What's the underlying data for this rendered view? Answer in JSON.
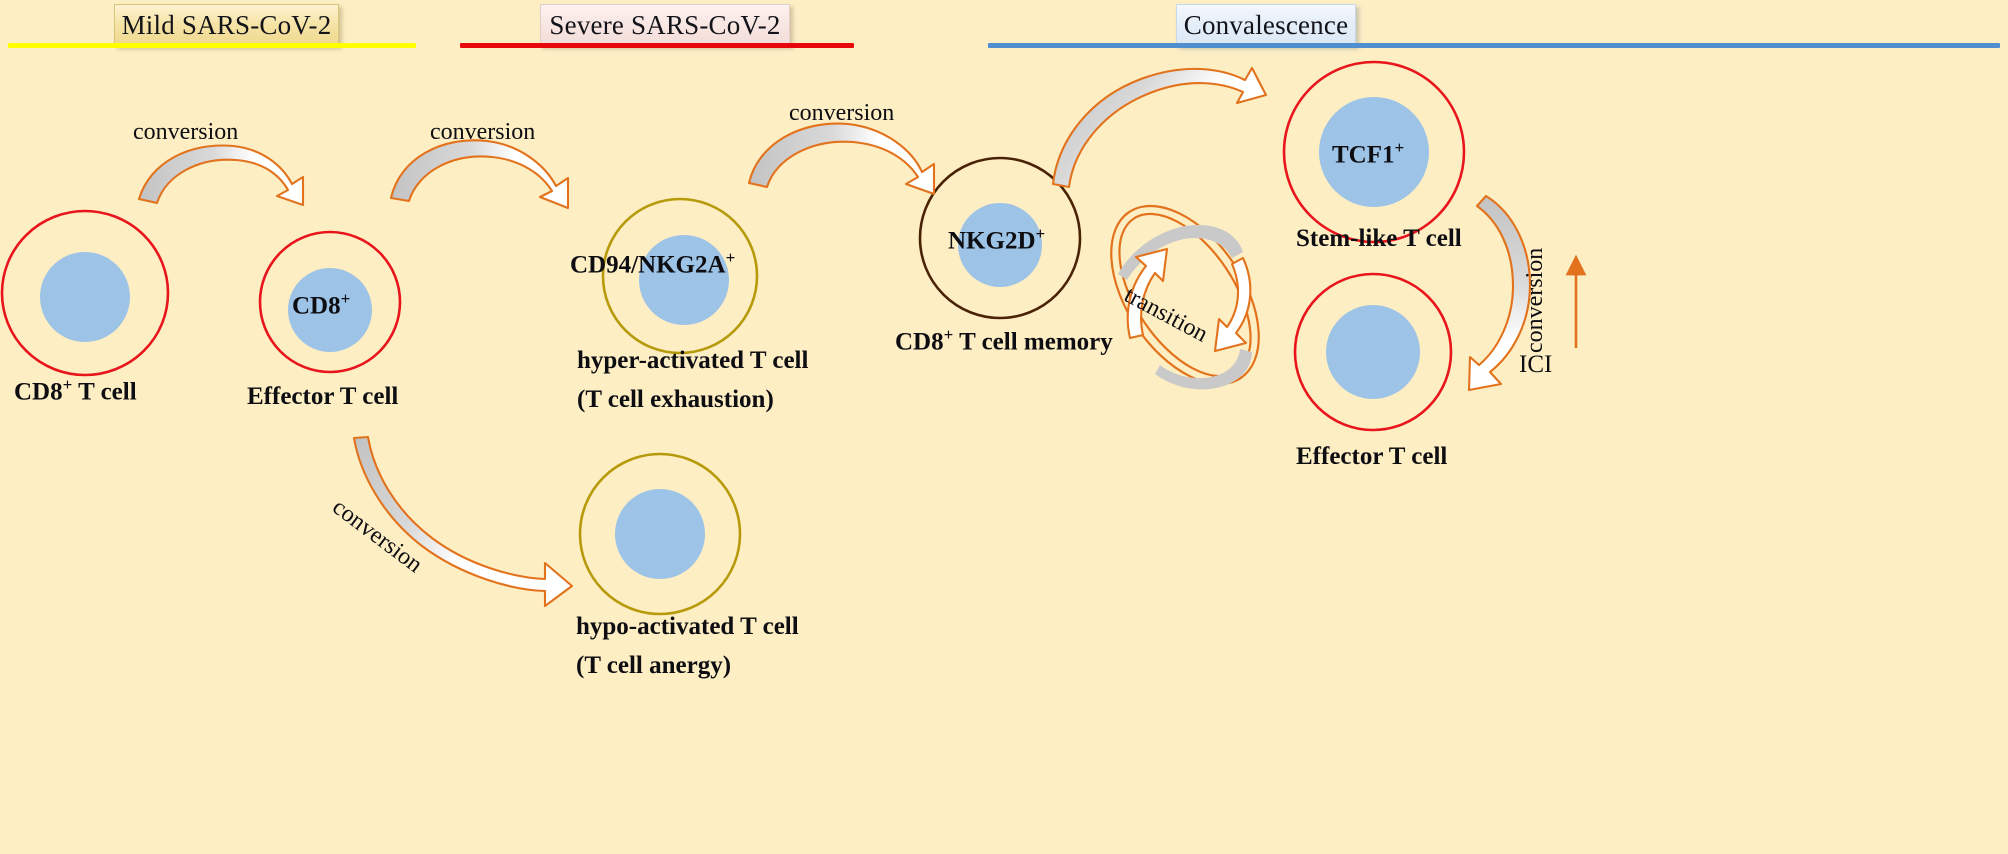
{
  "figure": {
    "background_color": "#fdeec4",
    "type": "biological-pathway-diagram",
    "title_present": false
  },
  "phases": [
    {
      "id": "mild",
      "label": "Mild SARS-CoV-2",
      "rule_color": "#ffff00",
      "banner_fill": "#f3e2a4"
    },
    {
      "id": "severe",
      "label": "Severe SARS-CoV-2",
      "rule_color": "#e8080c",
      "banner_fill": "#f6e7e3"
    },
    {
      "id": "convalescence",
      "label": "Convalescence",
      "rule_color": "#4f8fcf",
      "banner_fill": "#e3edf8"
    }
  ],
  "cells": [
    {
      "id": "cd8-t-cell",
      "label": "CD8",
      "label_sup": "+",
      "label_tail": " T cell",
      "marker": "",
      "marker_sup": "",
      "membrane_color": "#e8151c",
      "nucleus_color": "#9dc3e6"
    },
    {
      "id": "effector-t-cell-left",
      "label": "Effector T cell",
      "label_sup": "",
      "label_tail": "",
      "marker": "CD8",
      "marker_sup": "+",
      "membrane_color": "#e8151c",
      "nucleus_color": "#9dc3e6"
    },
    {
      "id": "hyper-activated-t-cell",
      "label": "hyper-activated T cell",
      "label_line2": "(T cell exhaustion)",
      "marker": "CD94/NKG2A",
      "marker_sup": "+",
      "membrane_color": "#b79a0a",
      "nucleus_color": "#9dc3e6"
    },
    {
      "id": "hypo-activated-t-cell",
      "label": "hypo-activated T cell",
      "label_line2": "(T cell anergy)",
      "marker": "",
      "marker_sup": "",
      "membrane_color": "#b79a0a",
      "nucleus_color": "#9dc3e6"
    },
    {
      "id": "cd8-t-cell-memory",
      "label": "CD8",
      "label_sup": "+",
      "label_tail": " T cell memory",
      "marker": "NKG2D",
      "marker_sup": "+",
      "membrane_color": "#4a2306",
      "nucleus_color": "#9dc3e6"
    },
    {
      "id": "stem-like-t-cell",
      "label": "Stem-like T cell",
      "label_sup": "",
      "label_tail": "",
      "marker": "TCF1",
      "marker_sup": "+",
      "membrane_color": "#e8151c",
      "nucleus_color": "#9dc3e6"
    },
    {
      "id": "effector-t-cell-right",
      "label": "Effector T cell",
      "label_sup": "",
      "label_tail": "",
      "marker": "",
      "marker_sup": "",
      "membrane_color": "#e8151c",
      "nucleus_color": "#9dc3e6"
    }
  ],
  "arrows": [
    {
      "id": "conv-1",
      "label": "conversion",
      "from": "cd8-t-cell",
      "to": "effector-t-cell-left"
    },
    {
      "id": "conv-2",
      "label": "conversion",
      "from": "effector-t-cell-left",
      "to": "hyper-activated-t-cell"
    },
    {
      "id": "conv-3",
      "label": "conversion",
      "from": "hyper-activated-t-cell",
      "to": "cd8-t-cell-memory"
    },
    {
      "id": "conv-4",
      "label": "conversion",
      "from": "effector-t-cell-left",
      "to": "hypo-activated-t-cell"
    },
    {
      "id": "conv-5",
      "label": "conversion",
      "from": "effector-t-cell-right",
      "to": "stem-like-t-cell"
    },
    {
      "id": "memory-to-stem",
      "label": "",
      "from": "cd8-t-cell-memory",
      "to": "stem-like-t-cell"
    },
    {
      "id": "transition",
      "label": "transition",
      "from": "cd8-t-cell-memory",
      "to": "effector-t-cell-right"
    }
  ],
  "annotations": [
    {
      "id": "ici",
      "label": "ICI",
      "color": "#e8731f"
    }
  ],
  "palette": {
    "arrow_outline": "#e2721c",
    "arrow_fill_shadow": "#c6c6c6",
    "arrow_fill_white": "#ffffff",
    "text": "#0d0d12",
    "nucleus": "#9dc3e6"
  }
}
